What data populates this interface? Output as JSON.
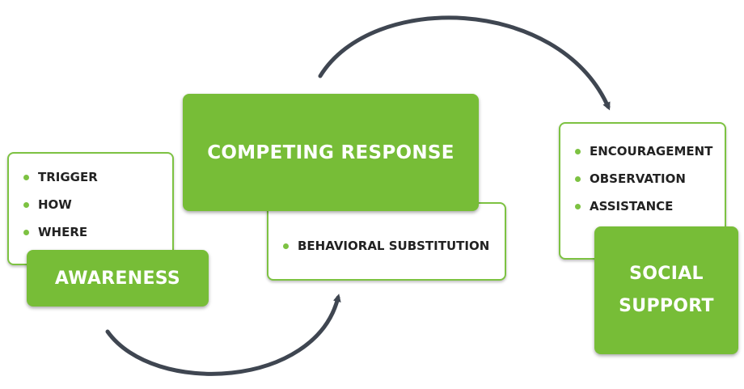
{
  "colors": {
    "accent_green": "#77bd37",
    "border_green": "#7dc242",
    "arrow_gray": "#3f4651",
    "text_dark": "#222222"
  },
  "awareness": {
    "title": "AWARENESS",
    "items": [
      "TRIGGER",
      "HOW",
      "WHERE"
    ]
  },
  "competing_response": {
    "title": "COMPETING RESPONSE",
    "items": [
      "BEHAVIORAL SUBSTITUTION"
    ]
  },
  "social_support": {
    "title_line1": "SOCIAL",
    "title_line2": "SUPPORT",
    "items": [
      "ENCOURAGEMENT",
      "OBSERVATION",
      "ASSISTANCE"
    ]
  },
  "connectors": [
    {
      "from": "awareness",
      "to": "competing_response",
      "icon": "curved-arrow-icon"
    },
    {
      "from": "competing_response",
      "to": "social_support",
      "icon": "curved-arrow-icon"
    }
  ]
}
